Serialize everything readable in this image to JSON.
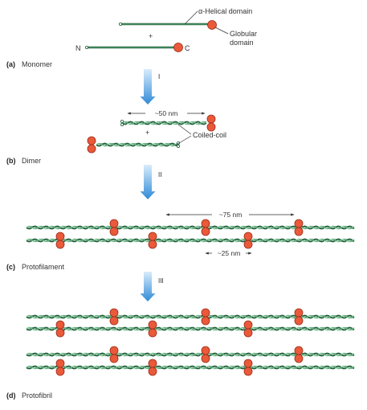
{
  "colors": {
    "strand_dark": "#1f5e3a",
    "strand_light": "#6fc08a",
    "head_fill": "#ea5a3a",
    "head_stroke": "#9a2a15",
    "arrow_top": "#d9ecfb",
    "arrow_bottom": "#2f8ad7",
    "text": "#333333"
  },
  "stage_a": {
    "part_letter": "(a)",
    "part_name": "Monomer",
    "helical_label": "α-Helical domain",
    "globular_label_1": "Globular",
    "globular_label_2": "domain",
    "n_label": "N",
    "c_label": "C",
    "plus": "+"
  },
  "step_1": "I",
  "stage_b": {
    "part_letter": "(b)",
    "part_name": "Dimer",
    "length_label": "~50 nm",
    "coil_label": "Coiled-coil",
    "plus": "+"
  },
  "step_2": "II",
  "stage_c": {
    "part_letter": "(c)",
    "part_name": "Protofilament",
    "long_label": "~75 nm",
    "short_label": "~25 nm"
  },
  "step_3": "III",
  "stage_d": {
    "part_letter": "(d)",
    "part_name": "Protofibril"
  }
}
